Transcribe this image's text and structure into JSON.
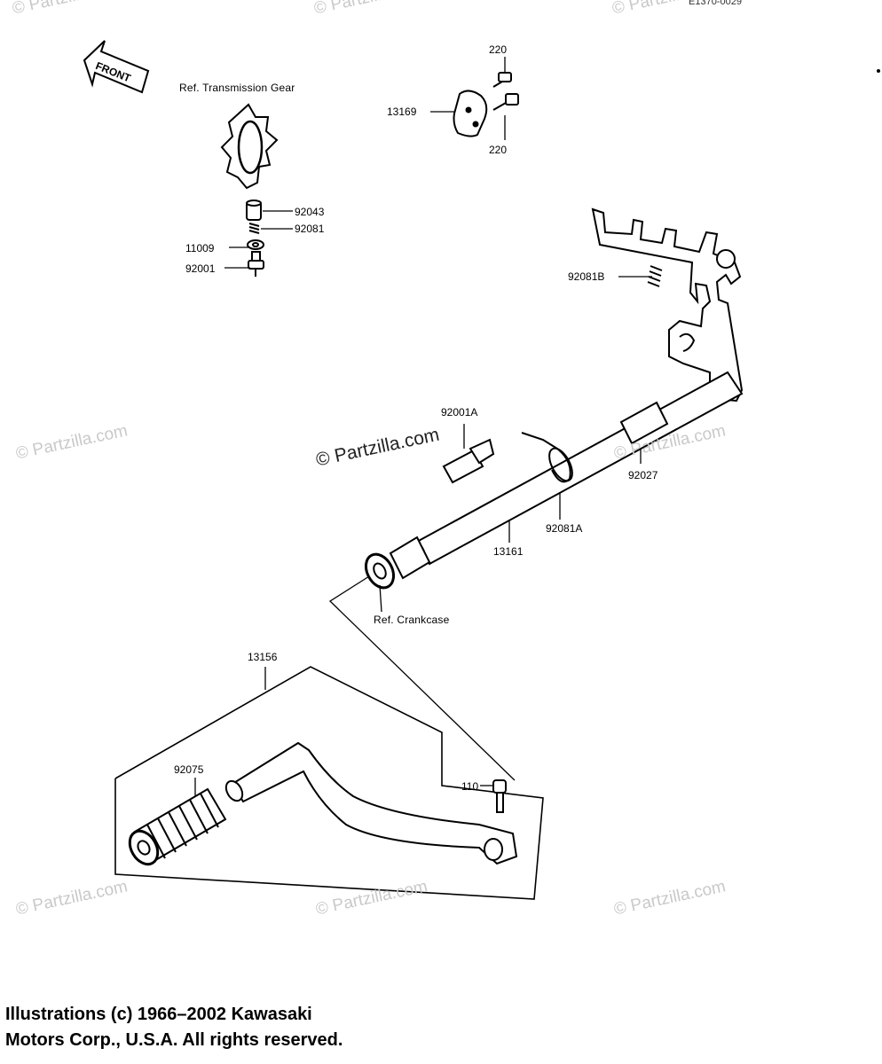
{
  "diagram": {
    "diagram_code": "E1370-0029",
    "front_label": "FRONT",
    "references": {
      "transmission_gear": "Ref.  Transmission Gear",
      "crankcase": "Ref. Crankcase"
    },
    "parts": {
      "p220_top": "220",
      "p220_bottom": "220",
      "p13169": "13169",
      "p92043": "92043",
      "p92081": "92081",
      "p11009": "11009",
      "p92001": "92001",
      "p92081B": "92081B",
      "p92001A": "92001A",
      "p92027": "92027",
      "p92081A": "92081A",
      "p13161": "13161",
      "p13156": "13156",
      "p92075": "92075",
      "p110": "110"
    }
  },
  "watermarks": {
    "main": "© Partzilla.com",
    "faint": "© Partzilla.com"
  },
  "footer": {
    "line1": "Illustrations (c) 1966–2002 Kawasaki",
    "line2": "Motors Corp., U.S.A.  All rights reserved."
  }
}
